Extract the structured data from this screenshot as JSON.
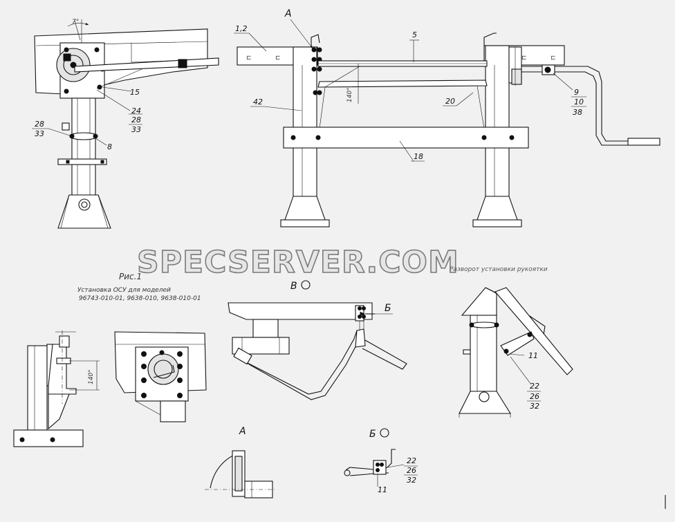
{
  "labels": {
    "a": "A",
    "b": "Б",
    "v_view": "В",
    "b_view": "Б",
    "a_view": "А",
    "p1_2": "1,2",
    "p5": "5",
    "p42": "42",
    "p20": "20",
    "p18": "18",
    "p15": "15",
    "p24": "24",
    "p28": "28",
    "p33": "33",
    "p28b": "28",
    "p33b": "33",
    "p8": "8",
    "p9": "9",
    "p10": "10",
    "p38": "38",
    "p11": "11",
    "p22": "22",
    "p26": "26",
    "p32": "32",
    "p11b": "11",
    "p22b": "22",
    "p26b": "26",
    "p32b": "32",
    "angle": "7°",
    "dim140": "140°",
    "dim140b": "140°"
  },
  "caption": {
    "fig": "Рис.1",
    "line1": "Установка ОСУ для моделей",
    "line2": "96743-010-01, 9638-010, 9638-010-01"
  },
  "watermark": {
    "text": "SPECSERVER.COM",
    "subtext": "Разворот установки рукоятки"
  }
}
